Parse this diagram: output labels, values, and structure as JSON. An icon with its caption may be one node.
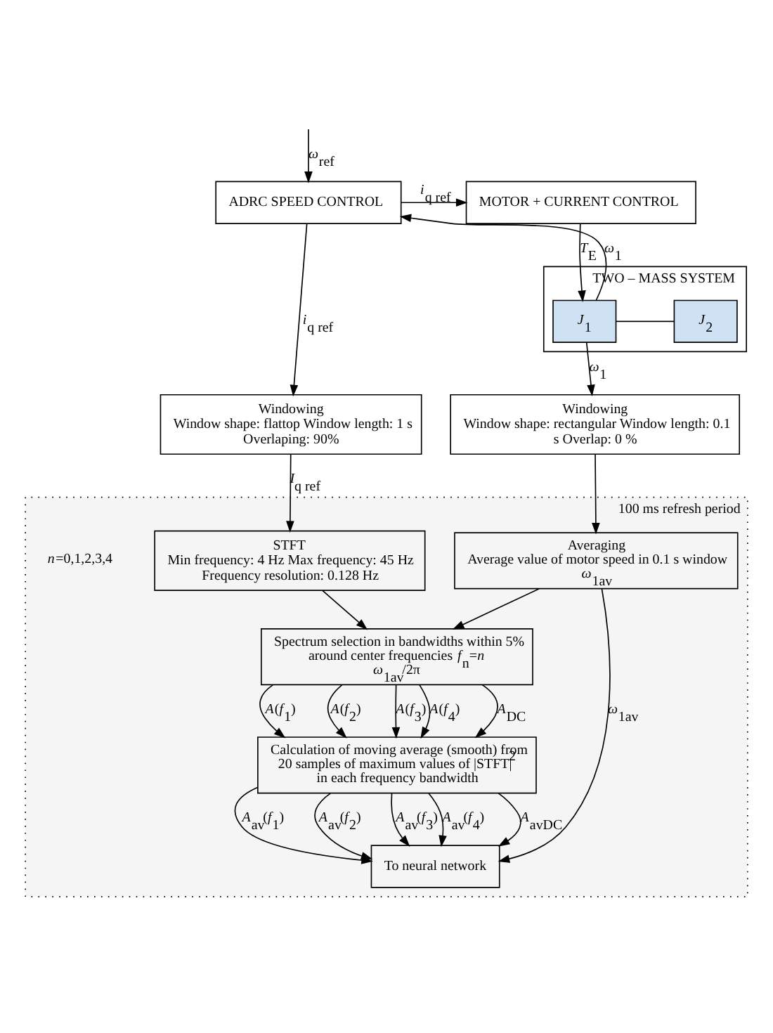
{
  "diagram": {
    "nodes": [
      {
        "text": [
          "ADRC SPEED CONTROL"
        ]
      },
      {
        "text": [
          "MOTOR + CURRENT CONTROL"
        ]
      },
      {
        "text": [
          "TWO – MASS SYSTEM"
        ]
      },
      {
        "text": [
          "*J*$_{1}$"
        ],
        "in": 2
      },
      {
        "text": [
          "*J*$_{2}$"
        ],
        "in": 2
      },
      {
        "text": [
          "Windowing",
          "Window shape: flattop Window length: 1 s Overlaping: 90%"
        ]
      },
      {
        "text": [
          "Windowing",
          "Window shape: rectangular Window length: 0.1 s Overlap: 0 %"
        ]
      },
      {
        "text": [
          "100 ms refresh period"
        ]
      },
      {
        "text": [
          "STFT",
          "Min frequency: 4 Hz Max frequency: 45 Hz Frequency resolution: 0.128 Hz"
        ],
        "in": 7
      },
      {
        "text": [
          "Averaging",
          "Average value of motor speed in 0.1 s window *ω*$_{1av}$"
        ],
        "in": 7
      },
      {
        "text": [
          "Spectrum selection in bandwidths within 5% around center frequencies *f*$_{n}$=*n* *ω*$_{1av}$/2π"
        ],
        "in": 7
      },
      {
        "text": [
          "Calculation of moving average (smooth) from 20 samples of maximum values of |STFT|$^{2}$ in each frequency bandwidth"
        ],
        "in": 7
      },
      {
        "text": [
          "To neural network"
        ],
        "in": 7
      }
    ],
    "edges": [
      {
        "from": null,
        "to": 0,
        "arrow": "to",
        "label": "*ω*$_{ref}$"
      },
      {
        "from": 0,
        "to": 1,
        "arrow": "to",
        "label": "*i*$_{q ref}$"
      },
      {
        "from": 1,
        "to": 3,
        "arrow": "to",
        "label": "*T*$_{E}$"
      },
      {
        "from": 3,
        "to": 4,
        "arrow": "none"
      },
      {
        "from": 3,
        "to": 0,
        "arrow": "to",
        "label": "*ω*$_{1}$"
      },
      {
        "from": 0,
        "to": 5,
        "arrow": "to",
        "label": "*i*$_{q ref}$"
      },
      {
        "from": 3,
        "to": 6,
        "arrow": "to",
        "label": "*ω*$_{1}$"
      },
      {
        "from": 5,
        "to": 8,
        "arrow": "to",
        "label": "*I*$_{q ref}$"
      },
      {
        "from": 6,
        "to": 9,
        "arrow": "to"
      },
      {
        "from": 8,
        "to": 10,
        "arrow": "to"
      },
      {
        "from": 9,
        "to": 10,
        "arrow": "to"
      },
      {
        "from": 9,
        "to": 12,
        "arrow": "to",
        "label": "*ω*$_{1av}$"
      },
      {
        "from": 10,
        "to": 11,
        "arrow": "to",
        "label": "*A*$_{DC}$"
      },
      {
        "from": 10,
        "to": 11,
        "arrow": "to",
        "label": "*A*(*f*$_{1}$)"
      },
      {
        "from": 10,
        "to": 11,
        "arrow": "to",
        "label": "*A*(*f*$_{2}$)"
      },
      {
        "from": 10,
        "to": 11,
        "arrow": "to",
        "label": "*A*(*f*$_{3}$)"
      },
      {
        "from": 10,
        "to": 11,
        "arrow": "to",
        "label": "*A*(*f*$_{4}$)"
      },
      {
        "from": 11,
        "to": 12,
        "arrow": "to",
        "label": "*A*$_{avDC}$"
      },
      {
        "from": 11,
        "to": 12,
        "arrow": "to",
        "label": "*A*$_{av}$(*f*$_{1}$)"
      },
      {
        "from": 11,
        "to": 12,
        "arrow": "to",
        "label": "*A*$_{av}$(*f*$_{2}$)"
      },
      {
        "from": 11,
        "to": 12,
        "arrow": "to",
        "label": "*A*$_{av}$(*f*$_{3}$)"
      },
      {
        "from": 11,
        "to": 12,
        "arrow": "to",
        "label": "*A*$_{av}$(*f*$_{4}$)"
      }
    ],
    "labels": [
      "*n*=0,1,2,3,4"
    ]
  }
}
